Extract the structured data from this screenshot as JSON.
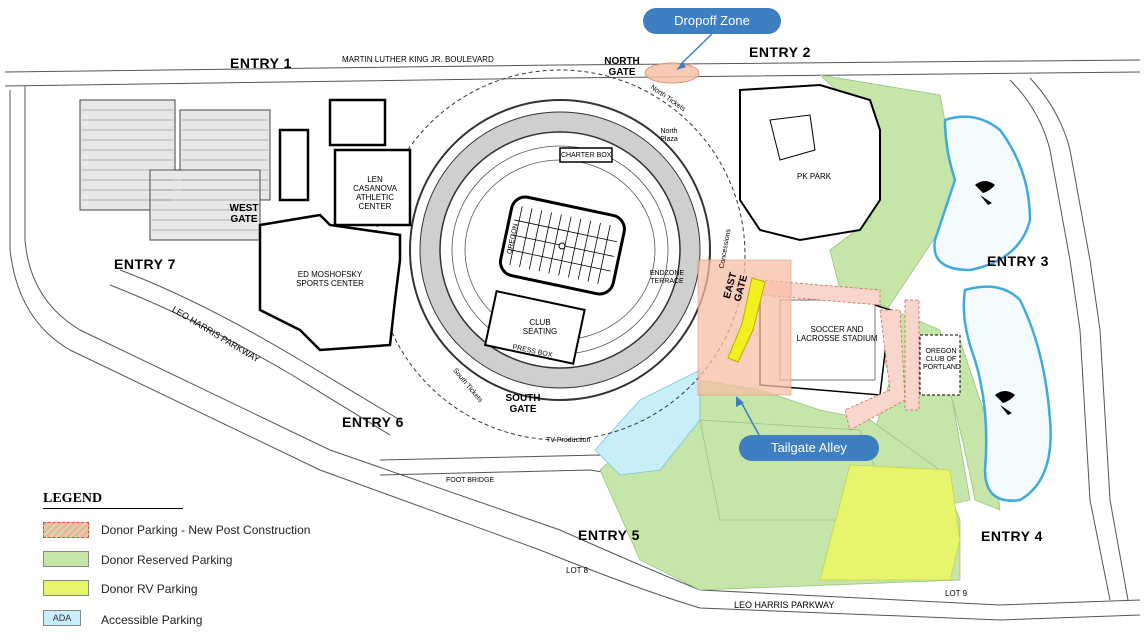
{
  "callouts": {
    "dropoff": "Dropoff Zone",
    "tailgate": "Tailgate Alley"
  },
  "entries": {
    "e1": "ENTRY 1",
    "e2": "ENTRY 2",
    "e3": "ENTRY 3",
    "e4": "ENTRY 4",
    "e5": "ENTRY 5",
    "e6": "ENTRY 6",
    "e7": "ENTRY 7"
  },
  "streets": {
    "mlk": "MARTIN LUTHER KING JR. BOULEVARD",
    "leo_harris_west": "LEO HARRIS PARKWAY",
    "leo_harris_south": "LEO HARRIS PARKWAY",
    "foot_bridge": "FOOT BRIDGE"
  },
  "gates": {
    "north": "NORTH GATE",
    "west": "WEST GATE",
    "south": "SOUTH GATE",
    "east": "EAST GATE"
  },
  "buildings": {
    "casanova": "LEN CASANOVA ATHLETIC CENTER",
    "moshofsky": "ED MOSHOFSKY SPORTS CENTER",
    "pk_park": "PK PARK",
    "soccer": "SOCCER AND LACROSSE STADIUM",
    "oregon_club": "OREGON CLUB OF PORTLAND",
    "charter_box": "CHARTER BOX",
    "club_seating": "CLUB SEATING",
    "press_box": "PRESS BOX",
    "endzone_terrace": "ENDZONE TERRACE",
    "north_tickets": "North Tickets",
    "north_plaza": "North Plaza",
    "south_tickets": "South Tickets",
    "tv_production": "TV Production",
    "concessions": "Concessions",
    "oregon_field": "OREGON"
  },
  "lots": {
    "lot8": "LOT 8",
    "lot9": "LOT 9"
  },
  "legend": {
    "title": "LEGEND",
    "items": [
      {
        "label": "Donor Parking - New Post Construction",
        "color": "#f4b0a0"
      },
      {
        "label": "Donor Reserved Parking",
        "color": "#c6e5a9"
      },
      {
        "label": "Donor RV Parking",
        "color": "#e7f56c"
      },
      {
        "label": "Accessible Parking",
        "color": "#c8eef7",
        "badge": "ADA"
      }
    ]
  },
  "colors": {
    "reserved_green": "#c6e5a9",
    "rv_yellow": "#e7f56c",
    "accessible_cyan": "#c8eef7",
    "construction_pink": "#f4b0a0",
    "highlight_orange": "#f7bfa6",
    "tailgate_yellow": "#f3f020",
    "callout_blue": "#3d7fc1",
    "water_blue": "#3fa9e0"
  }
}
